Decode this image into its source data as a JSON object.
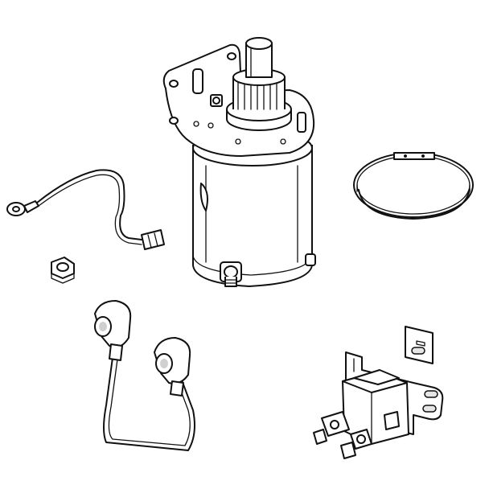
{
  "diagram": {
    "parts": [
      {
        "id": "starter-motor",
        "icon": "starter-motor-icon"
      },
      {
        "id": "ground-wire",
        "icon": "ground-wire-icon"
      },
      {
        "id": "hex-nut",
        "icon": "hex-nut-icon"
      },
      {
        "id": "hose-clamp",
        "icon": "hose-clamp-icon"
      },
      {
        "id": "battery-cable",
        "icon": "battery-cable-icon"
      },
      {
        "id": "solenoid",
        "icon": "solenoid-icon"
      },
      {
        "id": "mounting-bracket",
        "icon": "bracket-icon"
      }
    ],
    "colors": {
      "line": "#111111",
      "background": "#ffffff",
      "shade": "#e6e6e6"
    }
  }
}
